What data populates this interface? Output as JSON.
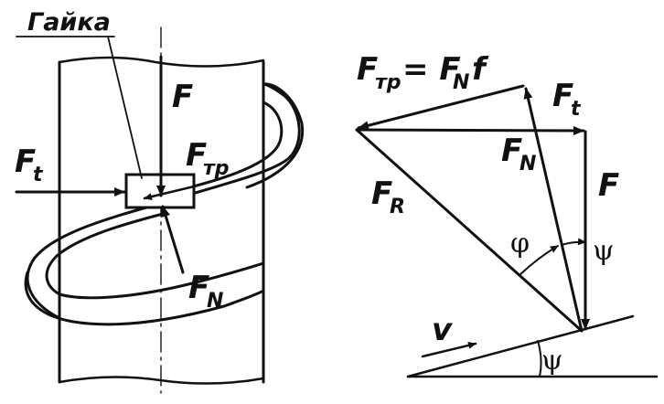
{
  "title_nut": "Гайка",
  "labels": {
    "F": "F",
    "Ft": "F",
    "Ft_sub": "t",
    "Ftr": "F",
    "Ftr_sub": "тр",
    "FN": "F",
    "FN_sub": "N",
    "FR": "F",
    "FR_sub": "R",
    "formula_F": "F",
    "formula_sub": "тр",
    "formula_eq": "= F",
    "formula_N": "N",
    "formula_f": "f",
    "phi": "φ",
    "psi": "ψ",
    "v": "v"
  },
  "colors": {
    "ink": "#111111",
    "background": "#ffffff"
  }
}
